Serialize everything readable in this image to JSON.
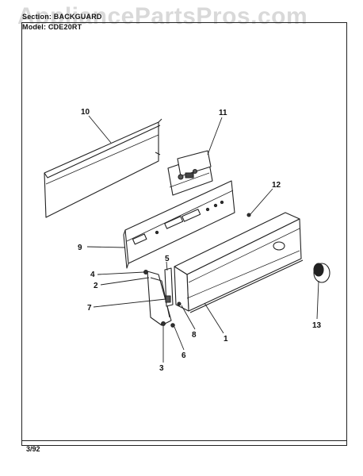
{
  "header": {
    "section_text": "Section: BACKGUARD",
    "model_text": "Model: CDE20RT"
  },
  "watermark": {
    "text": "AppliancePartsPros.com"
  },
  "footer": {
    "date": "3/92"
  },
  "callouts": [
    "1",
    "2",
    "3",
    "4",
    "5",
    "6",
    "7",
    "8",
    "9",
    "10",
    "11",
    "12",
    "13"
  ],
  "colors": {
    "ink": "#222222",
    "paper": "#ffffff"
  }
}
